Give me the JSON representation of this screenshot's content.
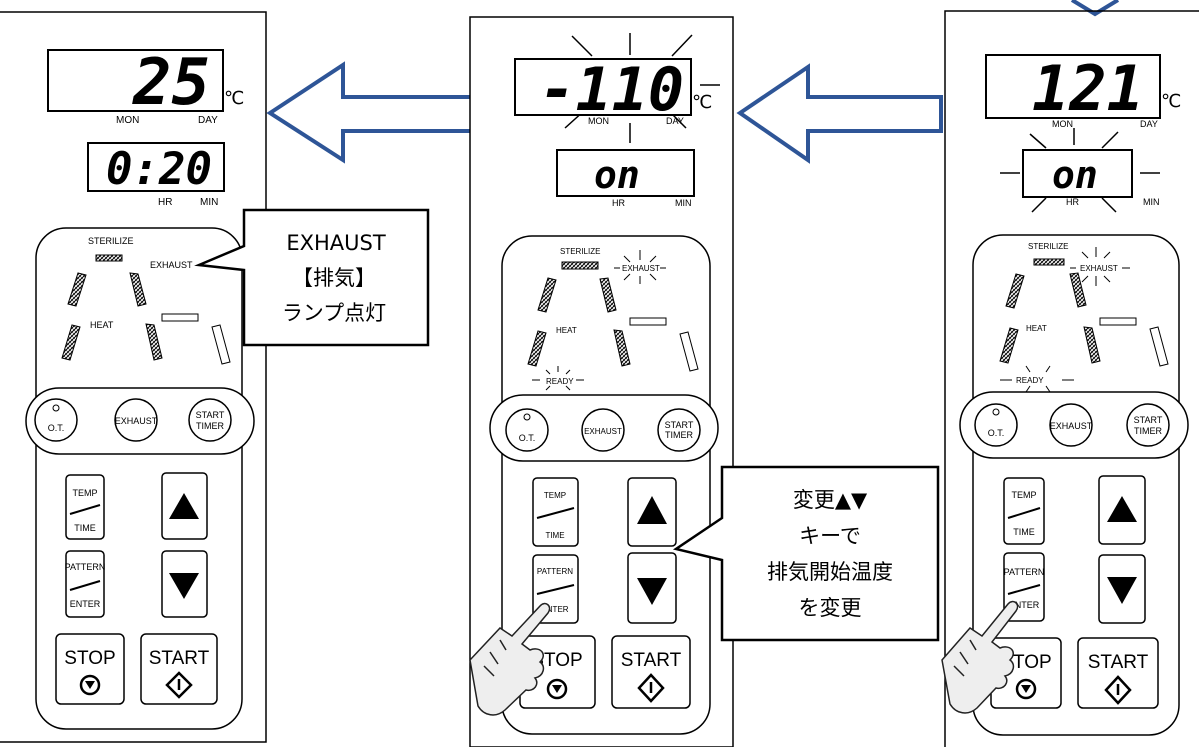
{
  "unit": "℃",
  "panels": [
    {
      "temp": "25",
      "time": "0:20",
      "mon": "MON",
      "day": "DAY",
      "hr": "HR",
      "min": "MIN",
      "sterilize": "STERILIZE",
      "exhaust": "EXHAUST",
      "heat": "HEAT",
      "ot": "O.T.",
      "exhaust_btn": "EXHAUST",
      "start_timer_1": "START",
      "start_timer_2": "TIMER",
      "temp_key": "TEMP",
      "time_key": "TIME",
      "pattern_key": "PATTERN",
      "enter_key": "ENTER",
      "stop": "STOP",
      "start": "START"
    },
    {
      "temp": "-110",
      "time": "on",
      "mon": "MON",
      "day": "DAY",
      "hr": "HR",
      "min": "MIN",
      "sterilize": "STERILIZE",
      "exhaust": "EXHAUST",
      "heat": "HEAT",
      "ready": "READY",
      "ot": "O.T.",
      "exhaust_btn": "EXHAUST",
      "start_timer_1": "START",
      "start_timer_2": "TIMER",
      "temp_key": "TEMP",
      "time_key": "TIME",
      "pattern_key": "PATTERN",
      "enter_key": "ENTER",
      "stop": "STOP",
      "start": "START"
    },
    {
      "temp": "121",
      "time": "on",
      "mon": "MON",
      "day": "DAY",
      "hr": "HR",
      "min": "MIN",
      "sterilize": "STERILIZE",
      "exhaust": "EXHAUST",
      "heat": "HEAT",
      "ready": "READY",
      "ot": "O.T.",
      "exhaust_btn": "EXHAUST",
      "start_timer_1": "START",
      "start_timer_2": "TIMER",
      "temp_key": "TEMP",
      "time_key": "TIME",
      "pattern_key": "PATTERN",
      "enter_key": "ENTER",
      "stop": "STOP",
      "start": "START"
    }
  ],
  "callouts": {
    "exhaust_lamp": [
      "EXHAUST",
      "【排気】",
      "ランプ点灯"
    ],
    "change_keys": [
      "変更▲▼",
      "キーで",
      "排気開始温度",
      "を変更"
    ]
  }
}
